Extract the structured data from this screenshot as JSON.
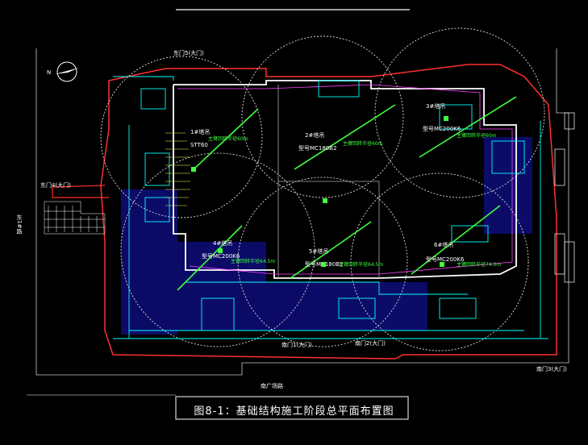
{
  "caption": "图8-1：基础结构施工阶段总平面布置图",
  "gates": {
    "gate5": "东门5(大门)",
    "gate4": "东门4(大门)",
    "gate1": "南门1(大门)",
    "gate2": "南门2(大门)",
    "gate3": "南门3(大门)"
  },
  "towers": [
    {
      "id": "t1",
      "name": "1#塔吊",
      "model": "STT60",
      "radius": "主臂回转半径60m"
    },
    {
      "id": "t2",
      "name": "2#塔吊",
      "model": "型号MC180B2",
      "radius": "主臂回转半径60m"
    },
    {
      "id": "t3",
      "name": "3#塔吊",
      "model": "型号MC200K6",
      "radius": "主臂回转半径60m"
    },
    {
      "id": "t4",
      "name": "4#塔吊",
      "model": "型号MC200K6",
      "radius": "主臂回转半径64.5m"
    },
    {
      "id": "t5",
      "name": "5#塔吊",
      "model": "型号MC180B2",
      "radius": "主臂回转半径64.5m"
    },
    {
      "id": "t6",
      "name": "6#塔吊",
      "model": "型号MC200K6",
      "radius": "主臂回转半径74.0m"
    }
  ],
  "roads": {
    "south": "南广场路",
    "west": "东1#路"
  },
  "north_label": "N",
  "colors": {
    "bg": "#000000",
    "boundary": "#ff3030",
    "building": "#ffffff",
    "crane": "#3fff3f",
    "facility": "#00ffff",
    "hatch": "#1a1aff",
    "label": "#ffffff"
  }
}
